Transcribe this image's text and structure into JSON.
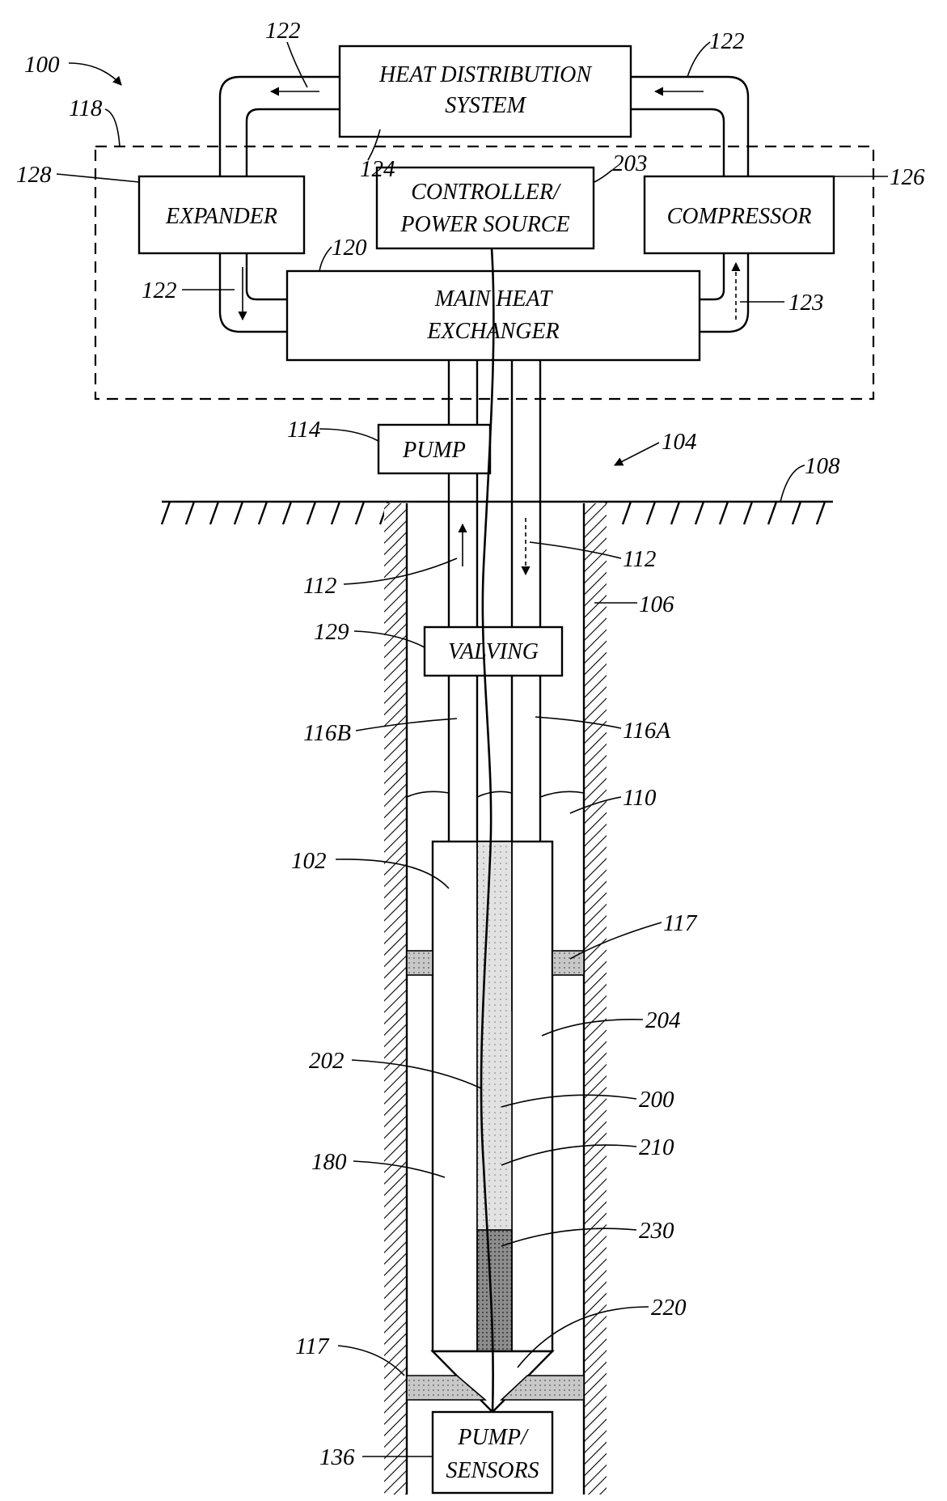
{
  "colors": {
    "line": "#000000",
    "background": "#ffffff",
    "formation_hatch": "#000000",
    "seal_fill": "#9a9a9a",
    "core_light": "#d9d9d9",
    "core_dark": "#8c8c8c"
  },
  "boxes": {
    "heat_distribution": [
      "HEAT DISTRIBUTION",
      "SYSTEM"
    ],
    "expander": "EXPANDER",
    "controller": [
      "CONTROLLER/",
      "POWER SOURCE"
    ],
    "compressor": "COMPRESSOR",
    "main_heat_exchanger": [
      "MAIN HEAT",
      "EXCHANGER"
    ],
    "pump": "PUMP",
    "valving": "VALVING",
    "pump_sensors": [
      "PUMP/",
      "SENSORS"
    ]
  },
  "labels": {
    "n100": "100",
    "n118": "118",
    "n122_left": "122",
    "n122_right": "122",
    "n122_mid": "122",
    "n123": "123",
    "n124": "124",
    "n203": "203",
    "n126": "126",
    "n128": "128",
    "n120": "120",
    "n114": "114",
    "n104": "104",
    "n108": "108",
    "n112_left": "112",
    "n112_right": "112",
    "n106": "106",
    "n129": "129",
    "n116B": "116B",
    "n116A": "116A",
    "n110": "110",
    "n102": "102",
    "n117_right": "117",
    "n204": "204",
    "n202": "202",
    "n200": "200",
    "n210": "210",
    "n180": "180",
    "n230": "230",
    "n220": "220",
    "n117_left": "117",
    "n136": "136"
  }
}
